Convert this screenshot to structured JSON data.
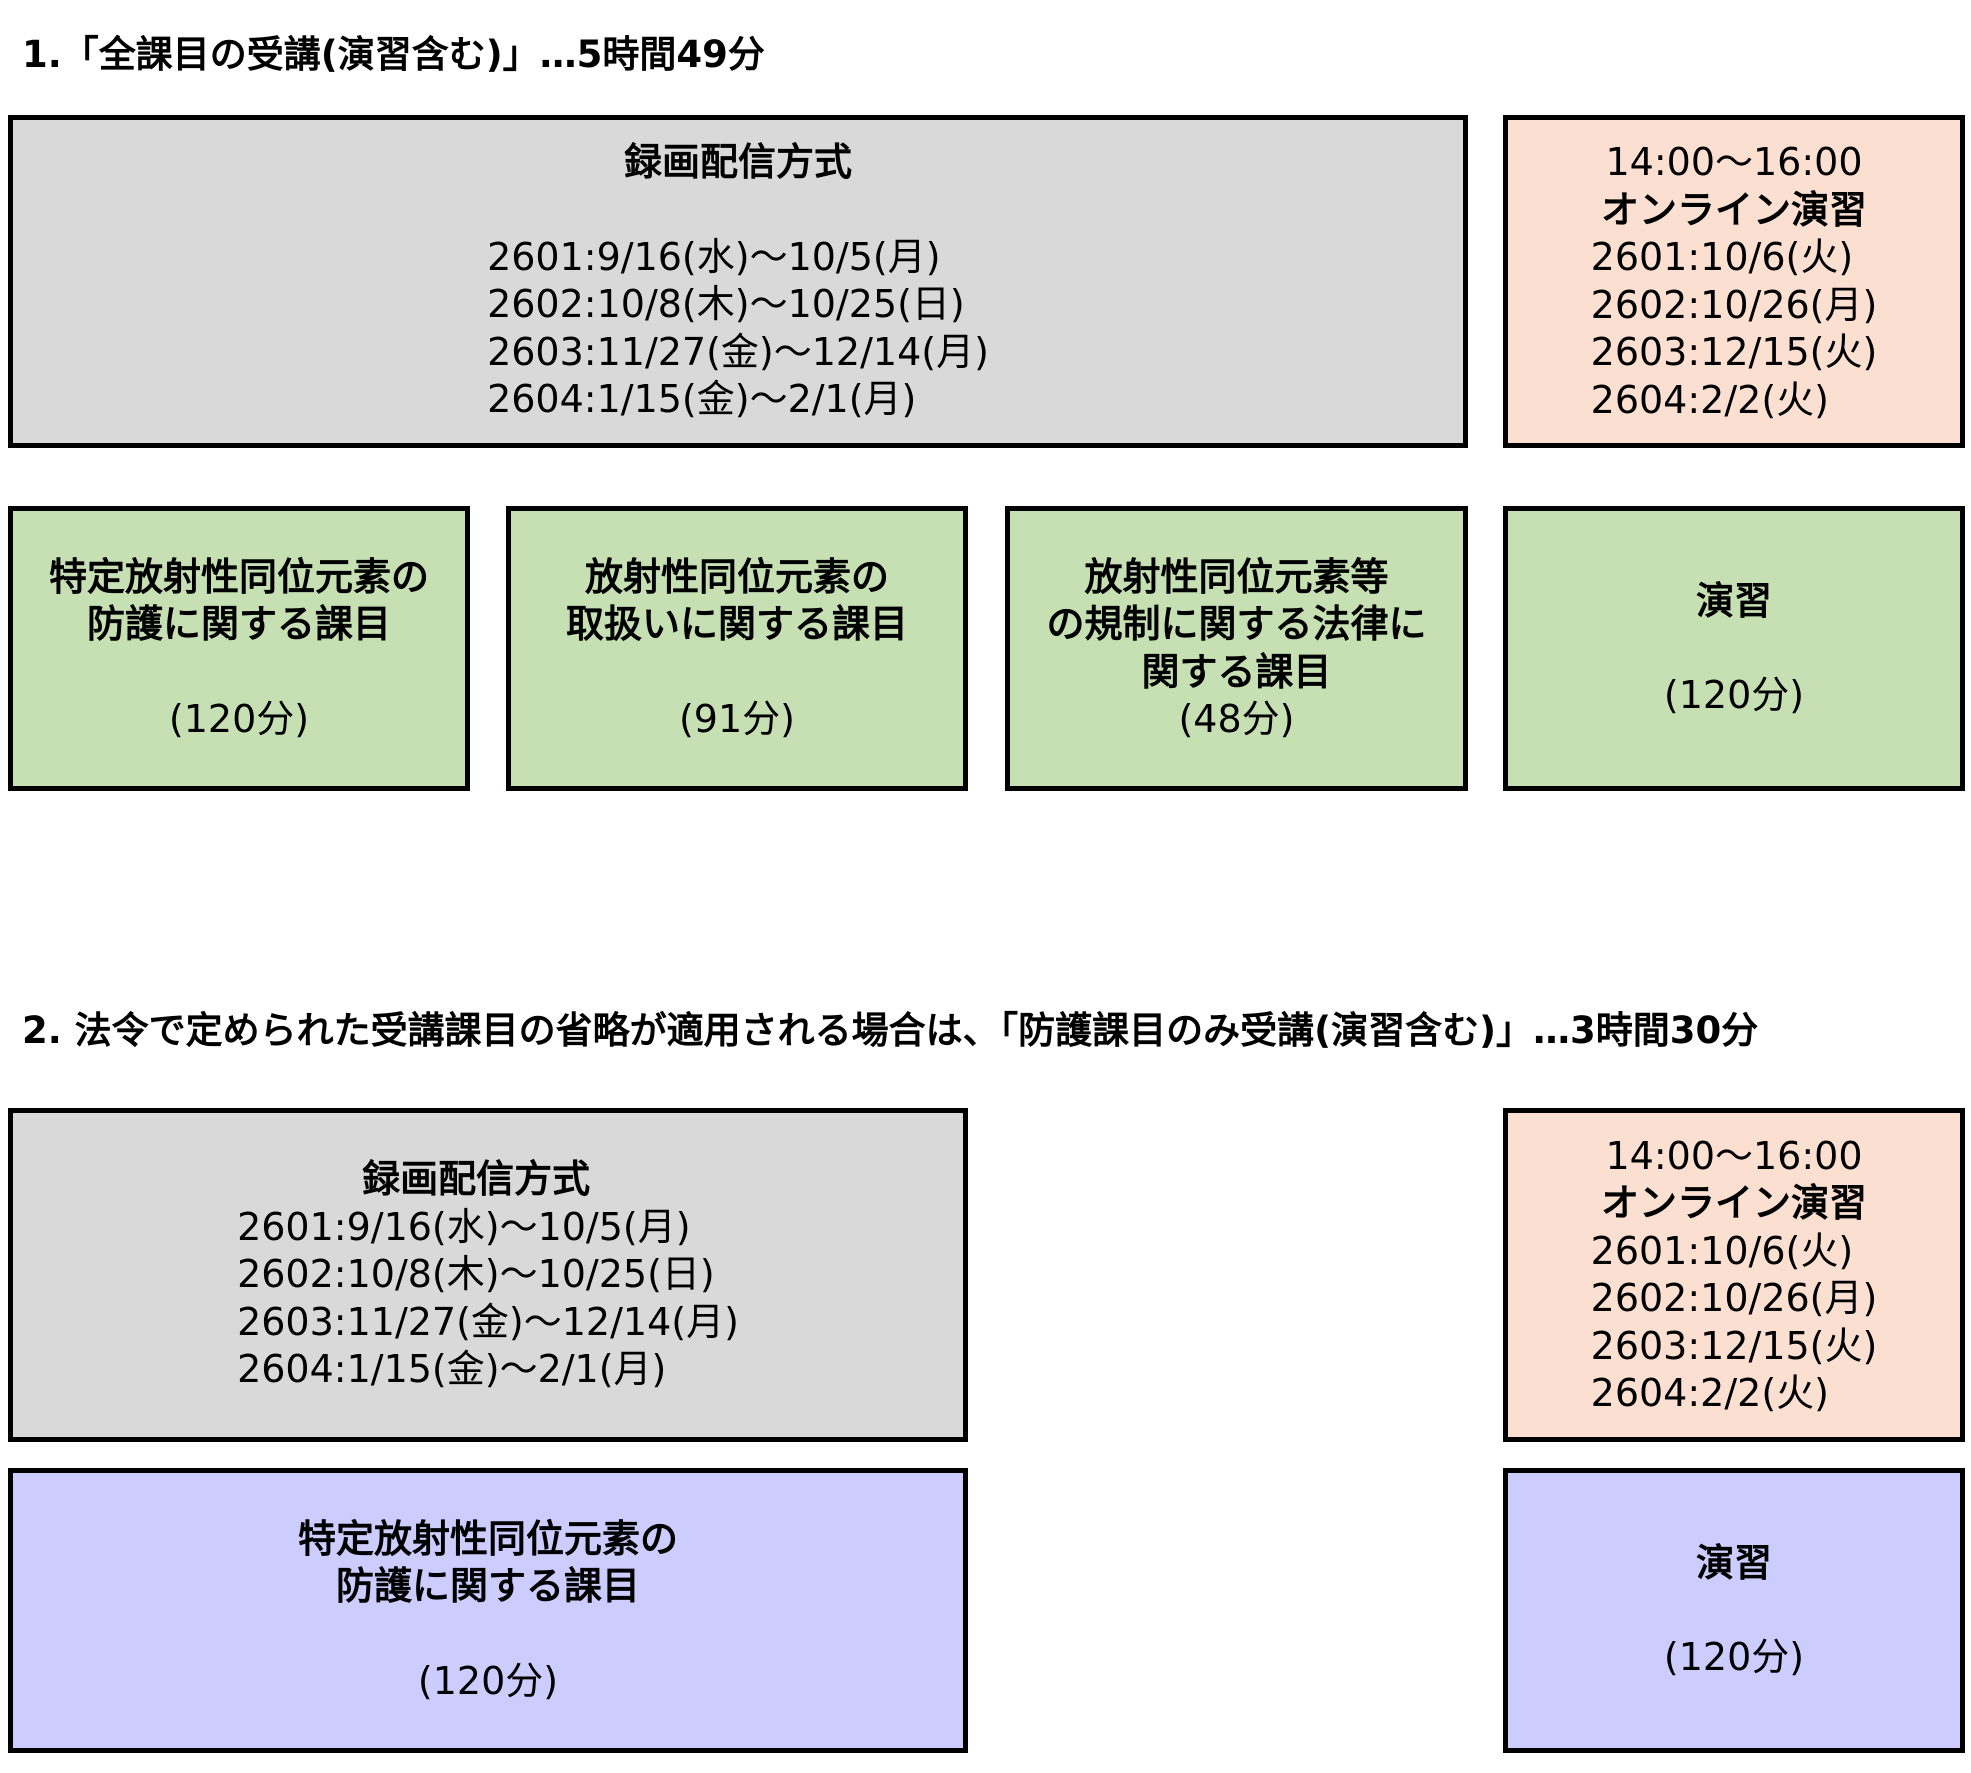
{
  "section1": {
    "heading": "1.「全課目の受講(演習含む)」…5時間49分",
    "recorded": {
      "title": "録画配信方式",
      "dates": [
        "2601:9/16(水)～10/5(月)",
        "2602:10/8(木)～10/25(日)",
        "2603:11/27(金)～12/14(月)",
        "2604:1/15(金)～2/1(月)"
      ]
    },
    "online": {
      "time": "14:00～16:00",
      "title": "オンライン演習",
      "dates": [
        "2601:10/6(火)",
        "2602:10/26(月)",
        "2603:12/15(火)",
        "2604:2/2(火)"
      ]
    },
    "subjects": [
      {
        "lines": [
          "特定放射性同位元素の",
          "防護に関する課目"
        ],
        "minutes": "(120分)"
      },
      {
        "lines": [
          "放射性同位元素の",
          "取扱いに関する課目"
        ],
        "minutes": "(91分)"
      },
      {
        "lines": [
          "放射性同位元素等",
          "の規制に関する法律に",
          "関する課目"
        ],
        "minutes": "(48分)"
      },
      {
        "lines": [
          "演習"
        ],
        "minutes": "(120分)"
      }
    ]
  },
  "section2": {
    "heading": "2. 法令で定められた受講課目の省略が適用される場合は、「防護課目のみ受講(演習含む)」…3時間30分",
    "recorded": {
      "title": "録画配信方式",
      "dates": [
        "2601:9/16(水)～10/5(月)",
        "2602:10/8(木)～10/25(日)",
        "2603:11/27(金)～12/14(月)",
        "2604:1/15(金)～2/1(月)"
      ]
    },
    "online": {
      "time": "14:00～16:00",
      "title": "オンライン演習",
      "dates": [
        "2601:10/6(火)",
        "2602:10/26(月)",
        "2603:12/15(火)",
        "2604:2/2(火)"
      ]
    },
    "subjects": [
      {
        "lines": [
          "特定放射性同位元素の",
          "防護に関する課目"
        ],
        "minutes": "(120分)"
      },
      {
        "lines": [
          "演習"
        ],
        "minutes": "(120分)"
      }
    ]
  },
  "colors": {
    "recorded_bg": "#d9d9d9",
    "online_bg": "#fbe0d2",
    "subject_all_bg": "#c6e0b4",
    "subject_protect_bg": "#ccccff",
    "border": "#000000"
  }
}
